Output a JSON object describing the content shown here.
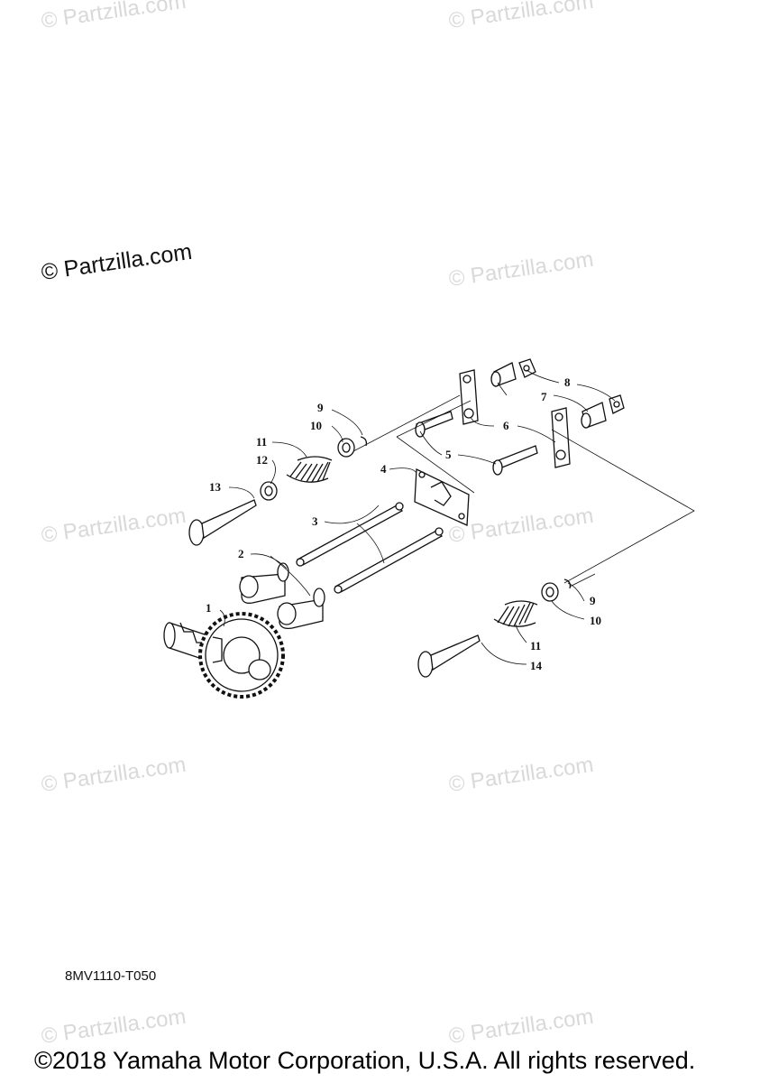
{
  "watermarks": {
    "main": "© Partzilla.com",
    "faint": "© Partzilla.com"
  },
  "callouts": [
    "1",
    "2",
    "3",
    "4",
    "5",
    "6",
    "7",
    "8",
    "9",
    "10",
    "11",
    "12",
    "13",
    "9",
    "10",
    "11",
    "14"
  ],
  "diagram_code": "8MV1110-T050",
  "copyright": "©2018 Yamaha Motor Corporation, U.S.A. All rights reserved.",
  "colors": {
    "line": "#111111",
    "watermark": "#d9d9d9"
  }
}
